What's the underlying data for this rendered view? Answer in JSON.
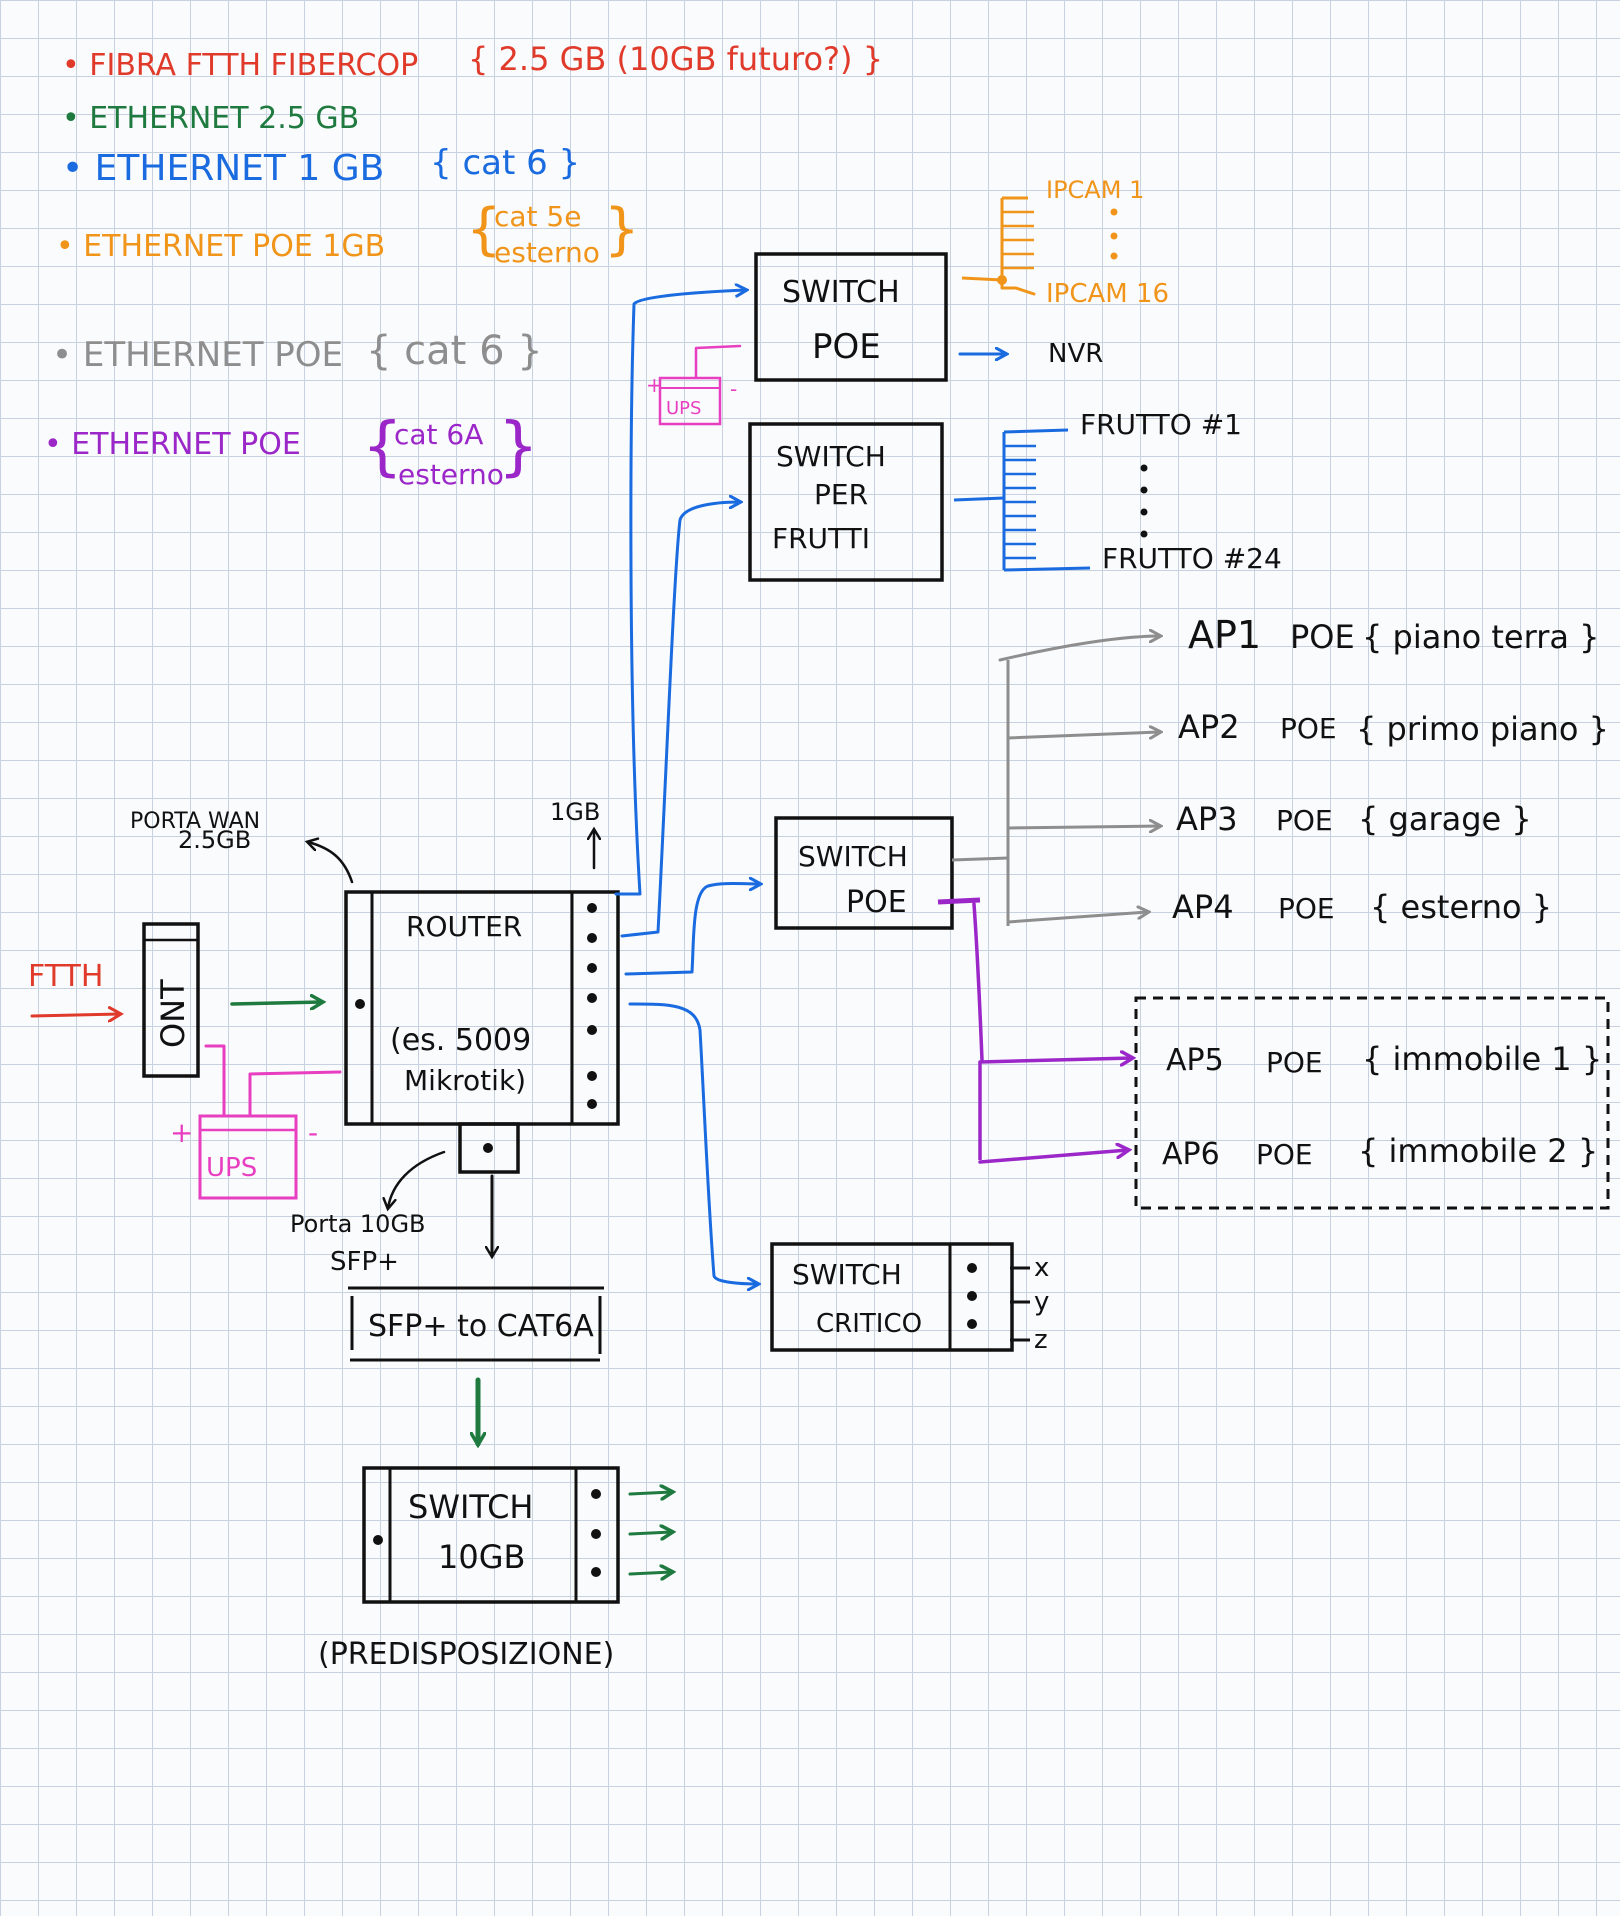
{
  "colors": {
    "fiber": "#e03a2b",
    "eth25": "#1e7a3e",
    "eth1": "#1a6be0",
    "poe_cat5e": "#f0951a",
    "poe_cat6": "#8e8e8e",
    "poe_cat6a": "#9b27c9",
    "ups": "#e83ec0",
    "ink": "#111111"
  },
  "legend": {
    "fiber": {
      "label": "• FIBRA  FTTH  FIBERCOP",
      "note": "{ 2.5 GB (10GB futuro?) }"
    },
    "eth25": {
      "label": "• ETHERNET  2.5 GB"
    },
    "eth1": {
      "label": "• ETHERNET  1 GB",
      "note": "{ cat 6 }"
    },
    "poe_cat5e": {
      "label": "• ETHERNET  POE  1GB",
      "note1": "cat 5e",
      "note2": "esterno"
    },
    "poe_cat6": {
      "label": "• ETHERNET  POE",
      "note": "{ cat 6 }"
    },
    "poe_cat6a": {
      "label": "• ETHERNET  POE",
      "note1": "cat 6A",
      "note2": "esterno"
    }
  },
  "nodes": {
    "ftth": "FTTH",
    "ont": "ONT",
    "ups_main": "UPS",
    "ups_small": "UPS",
    "ups_plus": "+",
    "ups_minus": "-",
    "router_line1": "ROUTER",
    "router_line2": "(es. 5009",
    "router_line3": "Mikrotik)",
    "wan_label_line1": "PORTA  WAN",
    "wan_label_line2": "2.5GB",
    "router_1gb": "1GB",
    "sfp_port_line1": "Porta 10GB",
    "sfp_port_line2": "SFP+",
    "sfp_converter": "SFP+  to  CAT6A",
    "switch10_line1": "SWITCH",
    "switch10_line2": "10GB",
    "predisposizione": "(PREDISPOSIZIONE)",
    "switch_poe_cam_line1": "SWITCH",
    "switch_poe_cam_line2": "POE",
    "ipcam_first": "IPCAM 1",
    "ipcam_last": "IPCAM 16",
    "nvr": "NVR",
    "switch_frutti_line1": "SWITCH",
    "switch_frutti_line2": "PER",
    "switch_frutti_line3": "FRUTTI",
    "frutto_first": "FRUTTO  #1",
    "frutto_last": "FRUTTO  #24",
    "switch_poe_ap_line1": "SWITCH",
    "switch_poe_ap_line2": "POE",
    "switch_critico_line1": "SWITCH",
    "switch_critico_line2": "CRITICO",
    "critico_x": "x",
    "critico_y": "y",
    "critico_z": "z"
  },
  "access_points": [
    {
      "name": "AP1",
      "type": "POE",
      "location": "{ piano terra }"
    },
    {
      "name": "AP2",
      "type": "POE",
      "location": "{ primo piano }"
    },
    {
      "name": "AP3",
      "type": "POE",
      "location": "{ garage }"
    },
    {
      "name": "AP4",
      "type": "POE",
      "location": "{ esterno }"
    },
    {
      "name": "AP5",
      "type": "POE",
      "location": "{ immobile 1 }"
    },
    {
      "name": "AP6",
      "type": "POE",
      "location": "{ immobile 2 }"
    }
  ]
}
